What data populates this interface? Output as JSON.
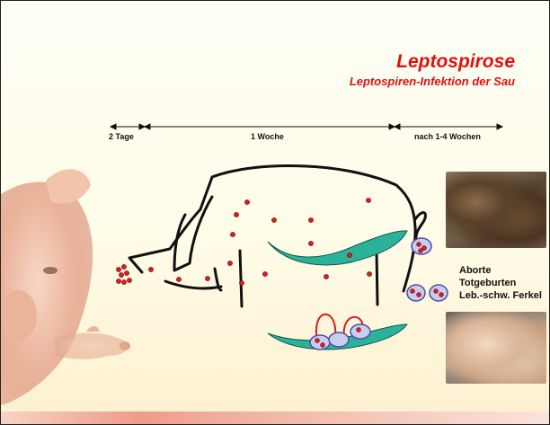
{
  "slide": {
    "title": "Leptospirose",
    "subtitle": "Leptospiren-Infektion der Sau"
  },
  "timeline": {
    "segments": [
      "2 Tage",
      "1 Woche",
      "nach 1-4 Wochen"
    ]
  },
  "outcomes": [
    "Aborte",
    "Totgeburten",
    "Leb.-schw. Ferkel"
  ],
  "colors": {
    "accent": "#e01010",
    "uterus": "#2bb39a",
    "fetus_fill": "#c9cdf0",
    "leptospira": "#d42020"
  }
}
